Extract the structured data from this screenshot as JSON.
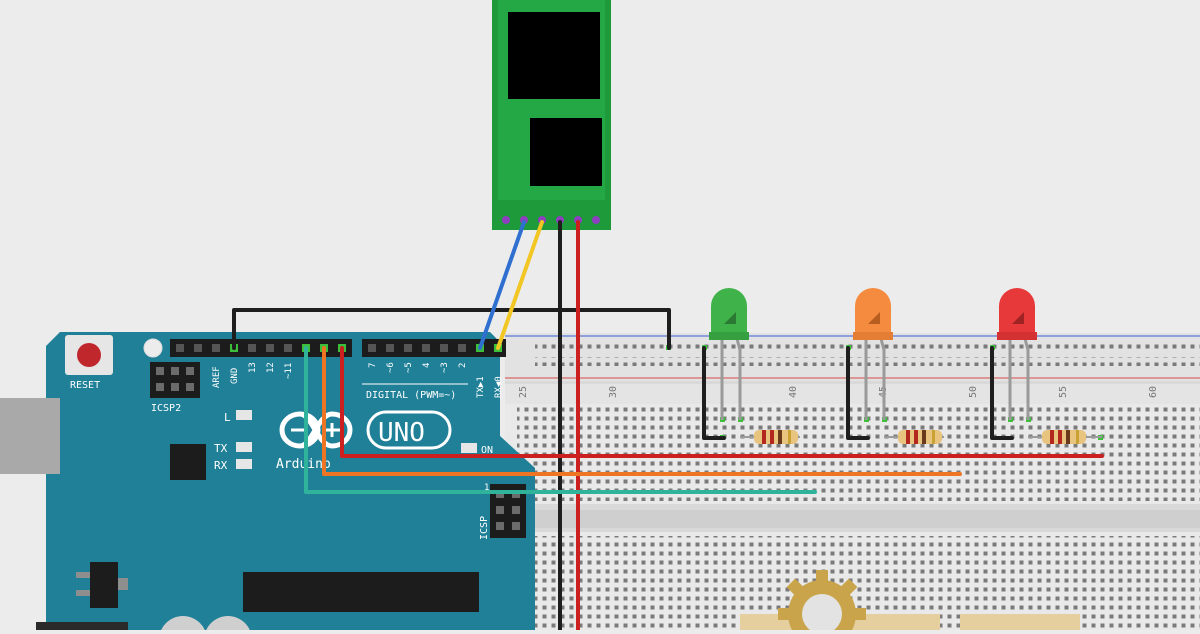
{
  "board": {
    "reset_label": "RESET",
    "icsp2_label": "ICSP2",
    "icsp_label": "ICSP",
    "aref_label": "AREF",
    "gnd_label": "GND",
    "pins_high": [
      "13",
      "12",
      "~11"
    ],
    "pins_low": [
      "7",
      "~6",
      "~5",
      "4",
      "~3",
      "2"
    ],
    "tx_pin_label": "TX▶1",
    "rx_pin_label": "RX◀0",
    "digital_label": "DIGITAL (PWM=~)",
    "led_l_label": "L",
    "tx_label": "TX",
    "rx_label": "RX",
    "on_label": "ON",
    "uno_label": "UNO",
    "brand_label": "Arduino",
    "icsp_pin1_label": "1"
  },
  "breadboard": {
    "column_labels": [
      "25",
      "30",
      "40",
      "45",
      "50",
      "55",
      "60"
    ]
  },
  "leds": [
    {
      "name": "green-led",
      "color": "#3fb24a"
    },
    {
      "name": "orange-led",
      "color": "#f58b3f"
    },
    {
      "name": "red-led",
      "color": "#e8393a"
    }
  ],
  "wire_colors": {
    "black": "#1e1e1e",
    "red": "#cc1f1f",
    "orange": "#ee7524",
    "teal": "#2fb39b",
    "blue": "#2f6fd0",
    "yellow": "#f2c623"
  },
  "colors": {
    "board_teal": "#1f8098",
    "module_green": "#1f9a3b",
    "background": "#ececec"
  }
}
